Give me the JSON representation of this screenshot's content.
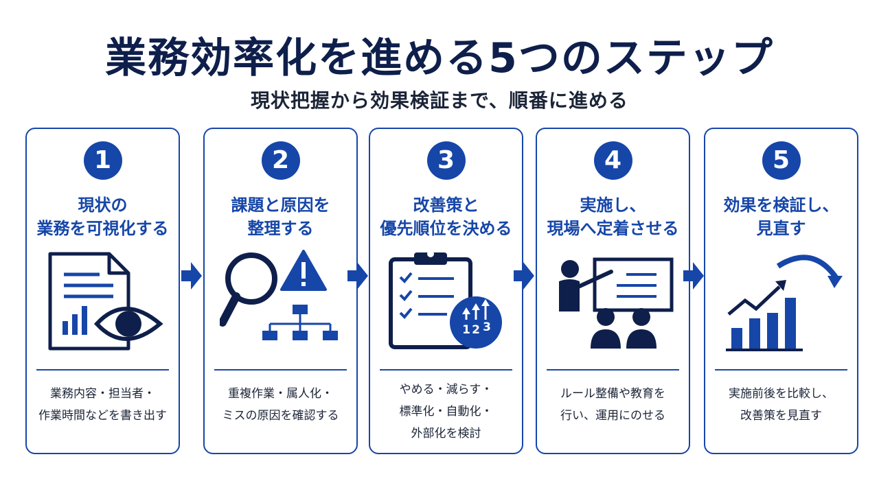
{
  "title": "業務効率化を進める5つのステップ",
  "subtitle": "現状把握から効果検証まで、順番に進める",
  "colors": {
    "accent": "#1646a8",
    "dark": "#0f1f4b",
    "text": "#1b2437"
  },
  "steps": [
    {
      "number": "1",
      "title": [
        "現状の",
        "業務を可視化する"
      ],
      "icon": "document-eye-chart-icon",
      "description": [
        "業務内容・担当者・",
        "作業時間などを書き出す"
      ]
    },
    {
      "number": "2",
      "title": [
        "課題と原因を",
        "整理する"
      ],
      "icon": "magnifier-warning-hierarchy-icon",
      "description": [
        "重複作業・属人化・",
        "ミスの原因を確認する"
      ]
    },
    {
      "number": "3",
      "title": [
        "改善策と",
        "優先順位を決める"
      ],
      "icon": "clipboard-checklist-priority-icon",
      "description": [
        "やめる・減らす・",
        "標準化・自動化・",
        "外部化を検討"
      ]
    },
    {
      "number": "4",
      "title": [
        "実施し、",
        "現場へ定着させる"
      ],
      "icon": "presenter-audience-icon",
      "description": [
        "ルール整備や教育を",
        "行い、運用にのせる"
      ]
    },
    {
      "number": "5",
      "title": [
        "効果を検証し、",
        "見直す"
      ],
      "icon": "growth-chart-cycle-icon",
      "description": [
        "実施前後を比較し、",
        "改善策を見直す"
      ]
    }
  ],
  "priority_badge_digits": [
    "1",
    "2",
    "3"
  ]
}
